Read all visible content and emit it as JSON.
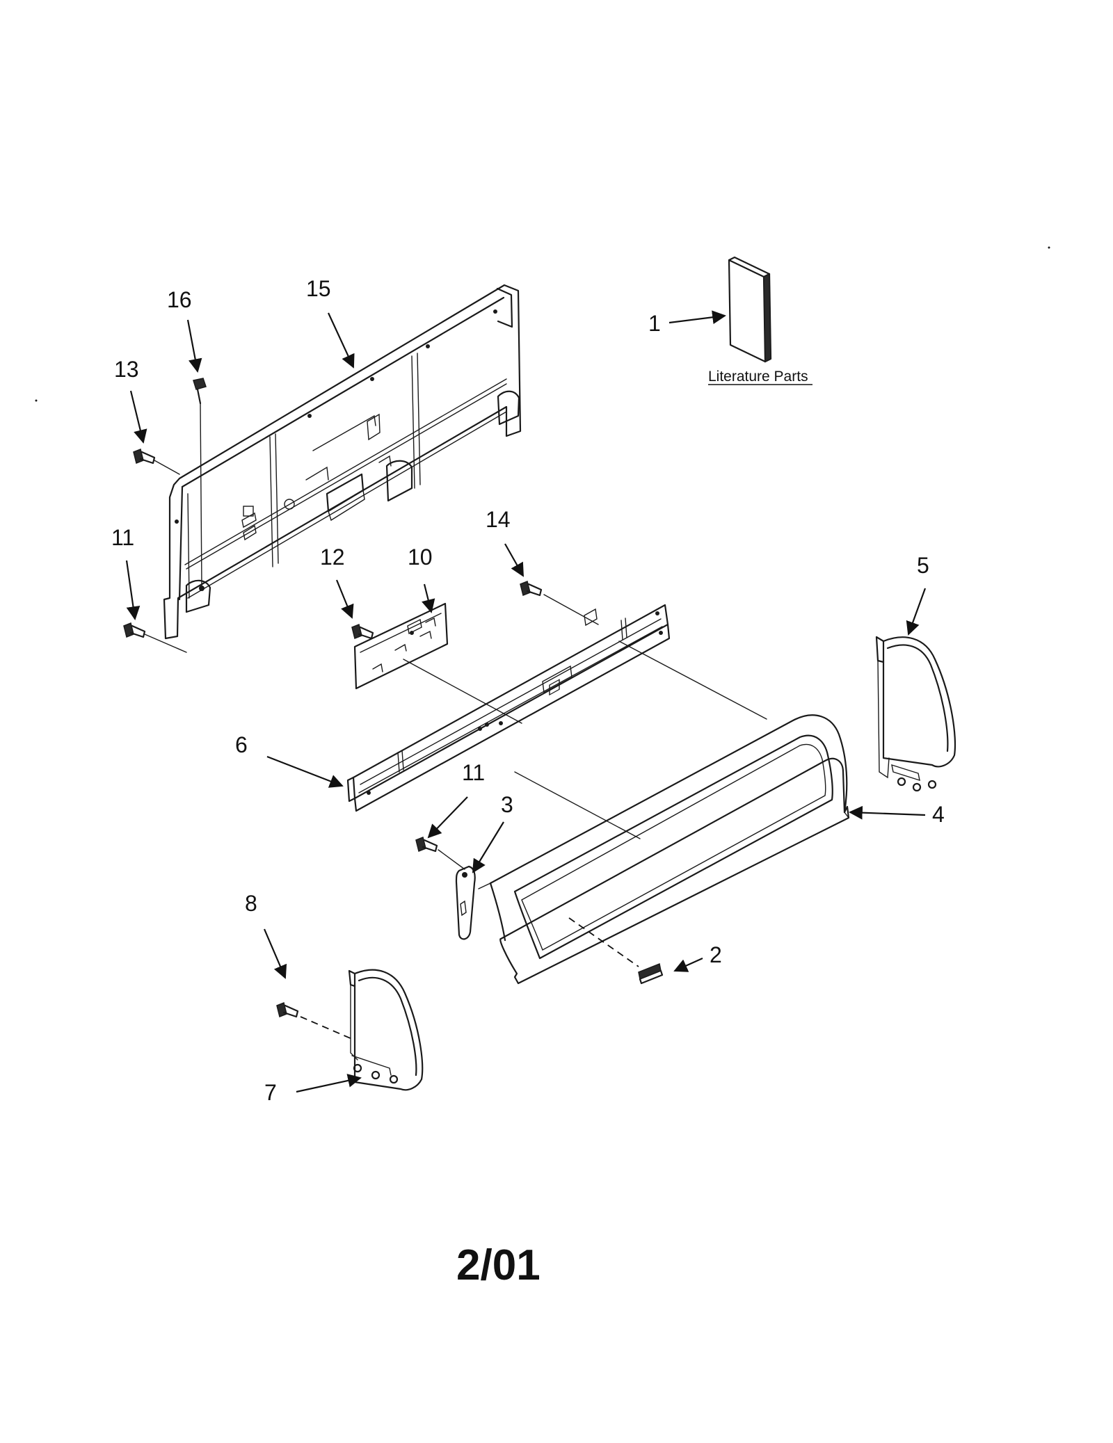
{
  "callouts": {
    "c1": "1",
    "c2": "2",
    "c3": "3",
    "c4": "4",
    "c5": "5",
    "c6": "6",
    "c7": "7",
    "c8": "8",
    "c10": "10",
    "c11a": "11",
    "c11b": "11",
    "c12": "12",
    "c13": "13",
    "c14": "14",
    "c15": "15",
    "c16": "16"
  },
  "literature_label": "Literature Parts",
  "footer_code": "2/01"
}
